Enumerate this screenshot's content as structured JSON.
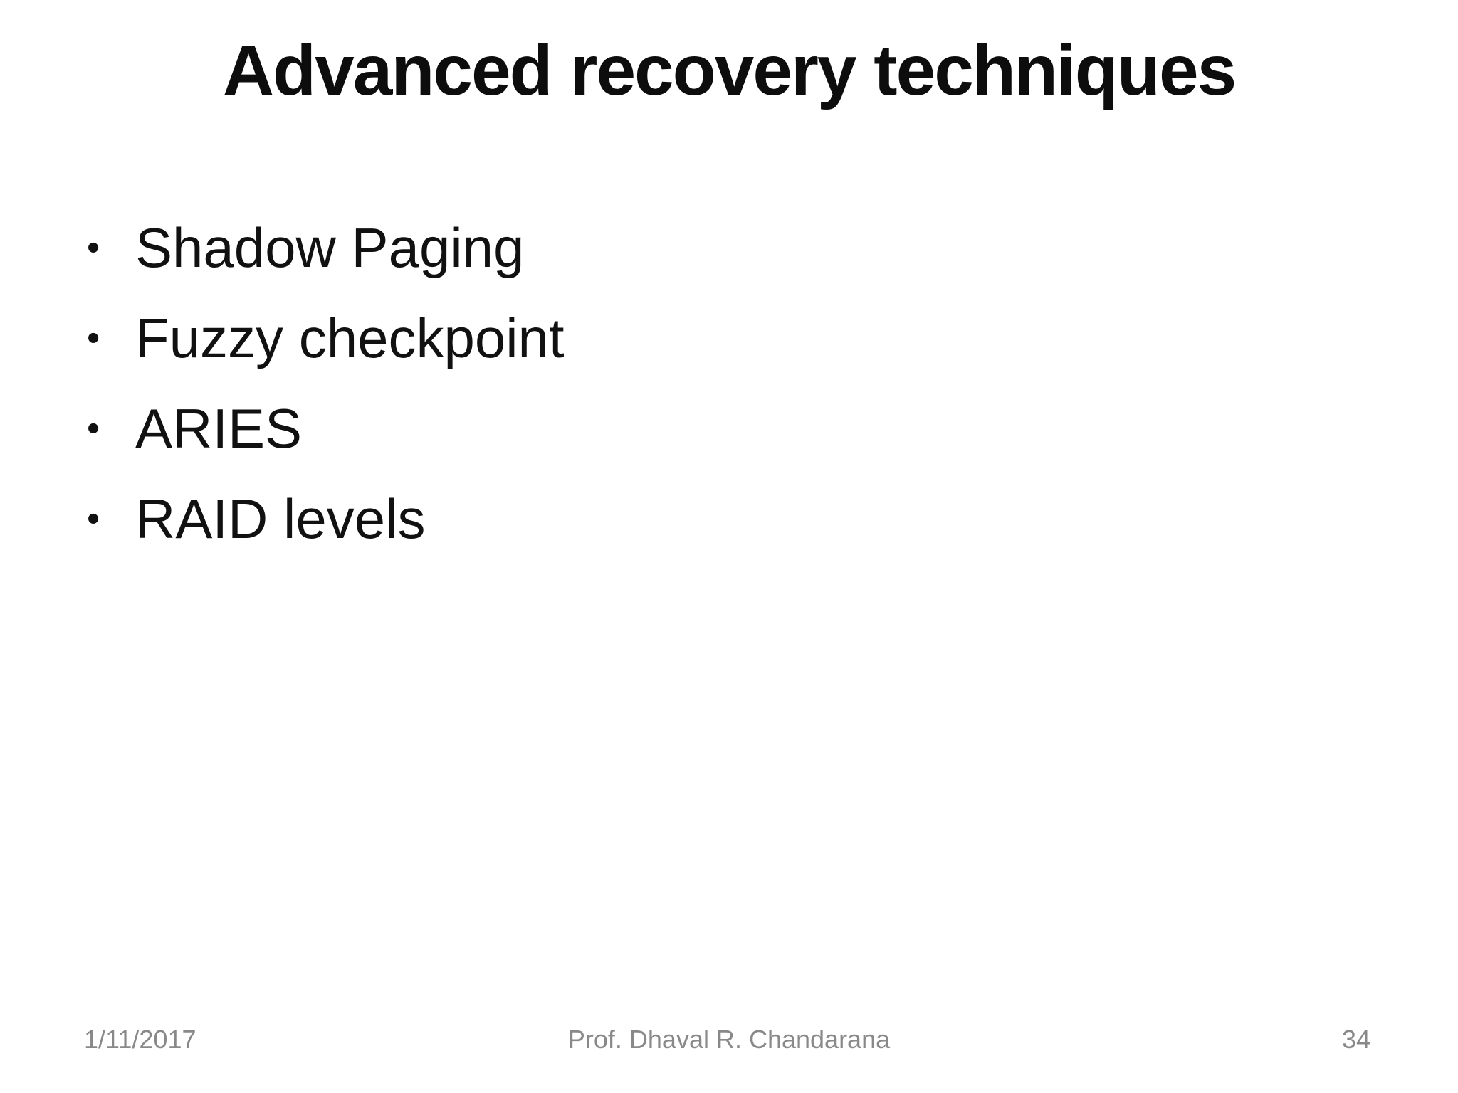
{
  "slide": {
    "title": "Advanced recovery techniques",
    "bullet_glyph": "•",
    "bullets": [
      "Shadow Paging",
      "Fuzzy checkpoint",
      "ARIES",
      "RAID levels"
    ],
    "footer": {
      "date": "1/11/2017",
      "author": "Prof. Dhaval R. Chandarana",
      "page_number": "34"
    },
    "colors": {
      "background": "#ffffff",
      "title_text": "#0d0d0d",
      "body_text": "#111111",
      "footer_text": "#898989"
    }
  }
}
